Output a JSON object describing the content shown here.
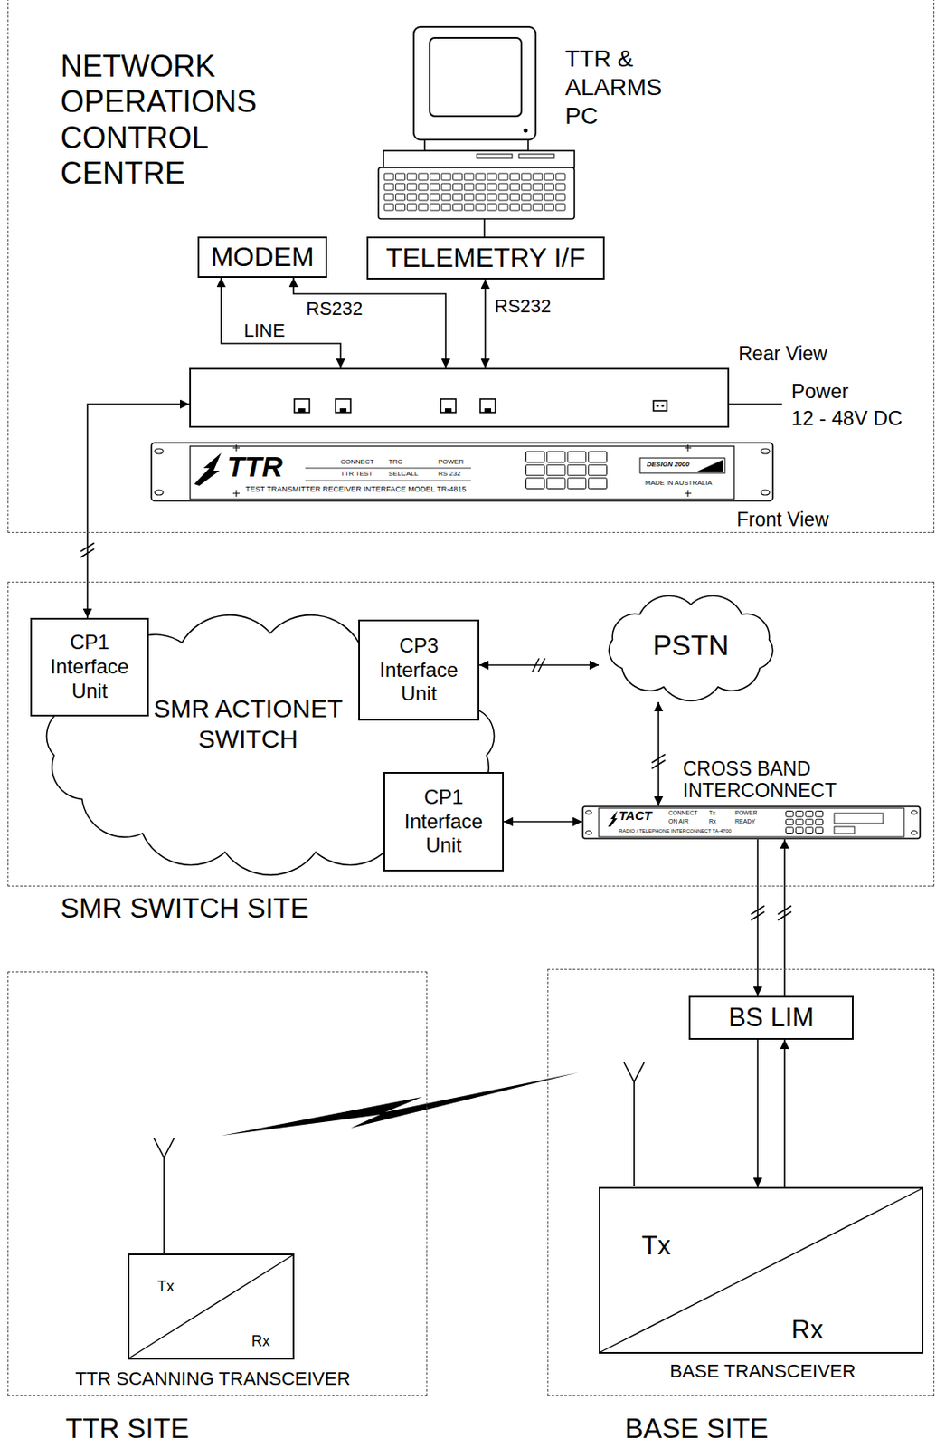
{
  "diagram": {
    "nodes": [
      {
        "text": [
          "NETWORK OPERATIONS CONTROL CENTRE"
        ]
      },
      {
        "text": [
          "TTR & ALARMS PC"
        ],
        "in": 0
      },
      {
        "text": [
          "MODEM"
        ],
        "in": 0
      },
      {
        "text": [
          "TELEMETRY I/F"
        ],
        "in": 0
      },
      {
        "text": [
          "Rear View"
        ],
        "in": 0
      },
      {
        "text": [
          "TTR",
          "CONNECT",
          "TRC",
          "POWER",
          "TTR TEST",
          "SELCALL",
          "RS 232",
          "TEST TRANSMITTER RECEIVER INTERFACE MODEL TR-4815",
          "DESIGN 2000",
          "MADE IN AUSTRALIA",
          "Front View"
        ],
        "in": 0
      },
      {
        "text": [
          "SMR SWITCH SITE"
        ]
      },
      {
        "text": [
          "SMR ACTIONET SWITCH"
        ],
        "in": 6
      },
      {
        "text": [
          "CP1 Interface Unit"
        ],
        "in": 7
      },
      {
        "text": [
          "CP3 Interface Unit"
        ],
        "in": 7
      },
      {
        "text": [
          "CP1 Interface Unit"
        ],
        "in": 7
      },
      {
        "text": [
          "PSTN"
        ],
        "in": 6
      },
      {
        "text": [
          "CROSS BAND INTERCONNECT",
          "TACT",
          "CONNECT",
          "Tx",
          "POWER",
          "ON AIR",
          "Rx",
          "READY",
          "RADIO / TELEPHONE INTERCONNECT TA-4700"
        ],
        "in": 6
      },
      {
        "text": [
          "TTR SITE"
        ]
      },
      {
        "text": [
          "Tx",
          "Rx",
          "TTR SCANNING TRANSCEIVER"
        ],
        "in": 13
      },
      {
        "text": [
          "BASE SITE"
        ]
      },
      {
        "text": [
          "BS LIM"
        ],
        "in": 15
      },
      {
        "text": [
          "Tx",
          "Rx",
          "BASE TRANSCEIVER"
        ],
        "in": 15
      }
    ],
    "edges": [
      {
        "from": 3,
        "to": 1,
        "arrow": "none"
      },
      {
        "from": 2,
        "to": 4,
        "label": "LINE",
        "arrow": "both"
      },
      {
        "from": 2,
        "to": 4,
        "label": "RS232",
        "arrow": "both"
      },
      {
        "from": 3,
        "to": 4,
        "label": "RS232",
        "arrow": "both"
      },
      {
        "from": 4,
        "to": 8,
        "arrow": "both"
      },
      {
        "from": 9,
        "to": 11,
        "arrow": "both"
      },
      {
        "from": 11,
        "to": 12,
        "arrow": "both"
      },
      {
        "from": 10,
        "to": 12,
        "arrow": "both"
      },
      {
        "from": 12,
        "to": 16,
        "arrow": "to"
      },
      {
        "from": 16,
        "to": 12,
        "arrow": "to"
      },
      {
        "from": 16,
        "to": 17,
        "arrow": "to"
      },
      {
        "from": 17,
        "to": 16,
        "arrow": "to"
      }
    ],
    "labels": [
      "Power",
      "12 - 48V DC"
    ]
  }
}
